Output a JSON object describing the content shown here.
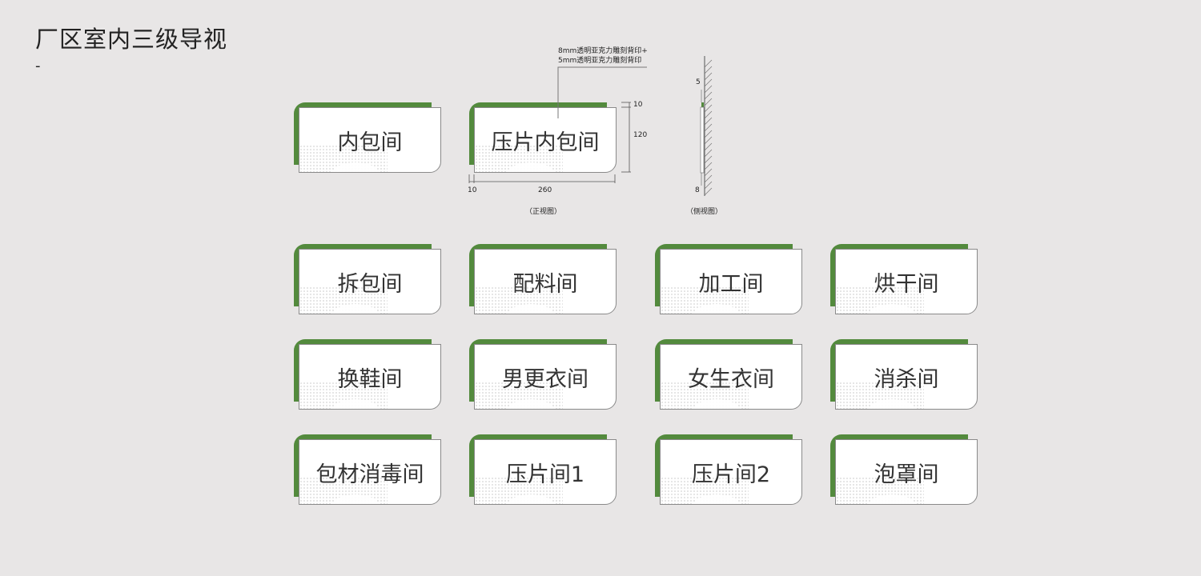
{
  "header": {
    "title": "厂区室内三级导视",
    "dash": "-"
  },
  "spec": {
    "material_line1": "8mm透明亚克力雕刻背印+",
    "material_line2": "5mm透明亚克力雕刻背印",
    "dim_top": "10",
    "dim_height": "120",
    "dim_left": "10",
    "dim_width": "260",
    "dim_side_top": "5",
    "dim_side_bottom": "8",
    "front_view": "（正视图）",
    "side_view": "（侧视图）"
  },
  "signs": [
    "内包间",
    "压片内包间",
    "拆包间",
    "配料间",
    "加工间",
    "烘干间",
    "换鞋间",
    "男更衣间",
    "女生衣间",
    "消杀间",
    "包材消毒间",
    "压片间1",
    "压片间2",
    "泡罩间"
  ],
  "colors": {
    "background": "#e8e6e6",
    "accent_green": "#538a3d",
    "panel": "#ffffff"
  }
}
